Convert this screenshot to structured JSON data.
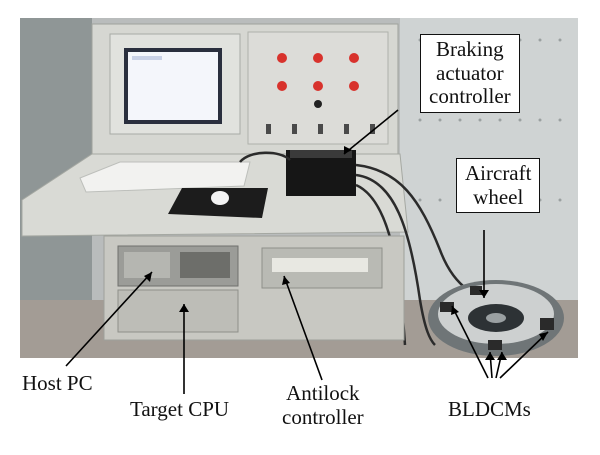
{
  "labels": {
    "braking_actuator_controller": [
      "Braking",
      "actuator",
      "controller"
    ],
    "aircraft_wheel": [
      "Aircraft",
      "wheel"
    ],
    "host_pc": "Host PC",
    "target_cpu": "Target CPU",
    "antilock_controller": [
      "Antilock",
      "controller"
    ],
    "bldcms": "BLDCMs"
  }
}
